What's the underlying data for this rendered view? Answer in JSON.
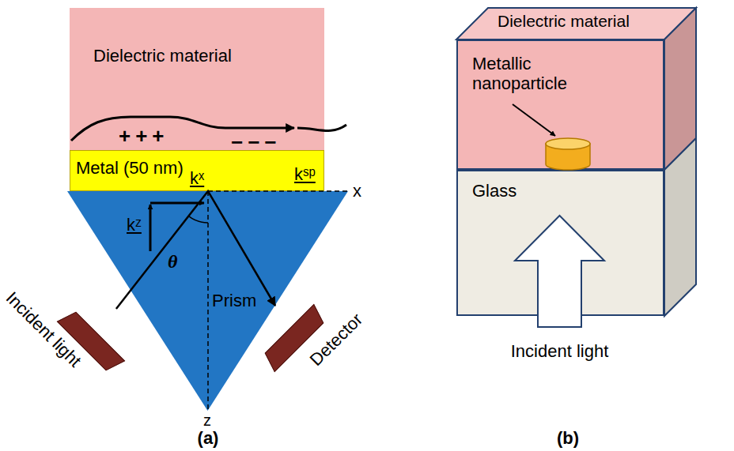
{
  "diagram": {
    "nodes": [
      {
        "text": [
          "Dielectric material"
        ]
      },
      {
        "text": [
          "Metal (50 nm)"
        ]
      },
      {
        "text": [
          "Prism"
        ]
      },
      {
        "text": [
          "Incident light"
        ]
      },
      {
        "text": [
          "Detector"
        ]
      },
      {
        "text": [
          "Dielectric material"
        ]
      },
      {
        "text": [
          "Glass"
        ]
      },
      {
        "text": [
          "Incident light"
        ]
      }
    ],
    "edges": [
      {
        "from": 3,
        "to": 4,
        "arrow": "to"
      }
    ],
    "labels": [
      "+++",
      "−−−",
      "kˢᵖ",
      "kᶻ",
      "kˣ",
      "θ",
      "x",
      "z",
      "(a)",
      "Metallic nanoparticle",
      "(b)"
    ]
  }
}
